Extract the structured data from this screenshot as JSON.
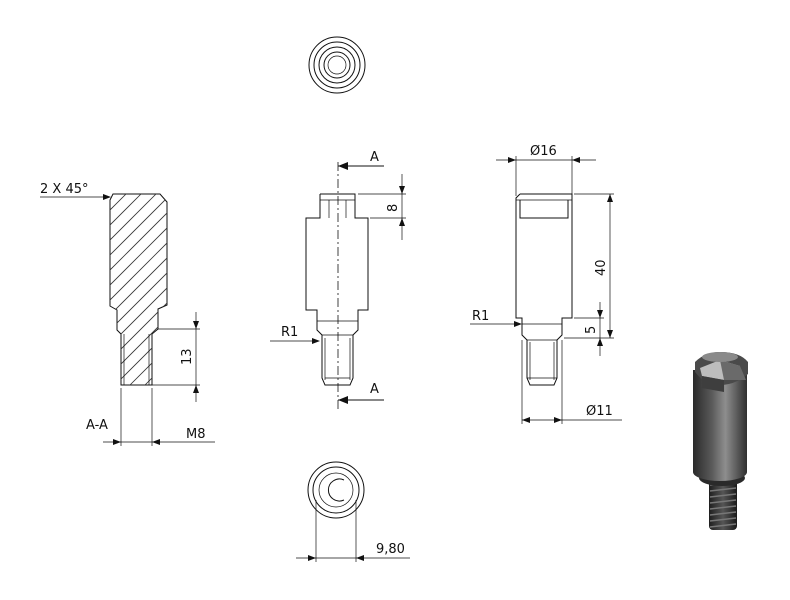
{
  "annotations": {
    "chamfer": "2 X 45°",
    "section_label": "A-A",
    "section_marker_top": "A",
    "section_marker_bottom": "A",
    "thread_callout": "M8",
    "thread_length": "13",
    "head_height": "8",
    "diameter_top": "Ø16",
    "overall_length": "40",
    "shoulder_length": "5",
    "diameter_bottom": "Ø11",
    "radius_middle": "R1",
    "radius_right": "R1",
    "bottom_width": "9,80"
  },
  "colors": {
    "line": "#111111",
    "model_dark": "#3a3a3a",
    "model_light": "#9a9a9a"
  }
}
